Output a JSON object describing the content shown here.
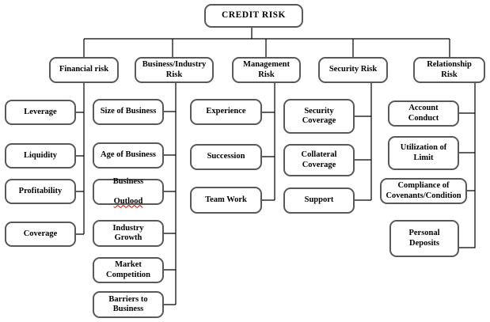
{
  "chart": {
    "type": "hierarchy-diagram",
    "root": {
      "label": "CREDIT RISK"
    },
    "branches": [
      {
        "label": "Financial risk",
        "children": [
          {
            "label": "Leverage"
          },
          {
            "label": "Liquidity"
          },
          {
            "label": "Profitability"
          },
          {
            "label": "Coverage"
          }
        ]
      },
      {
        "label": "Business/Industry\nRisk",
        "children": [
          {
            "label": "Size of Business"
          },
          {
            "label": "Age of Business"
          },
          {
            "label_line1": "Business",
            "label_line2": "Outlood",
            "misspelled_word": "Outlood"
          },
          {
            "label": "Industry\nGrowth"
          },
          {
            "label": "Market\nCompetition"
          },
          {
            "label": "Barriers to\nBusiness"
          }
        ]
      },
      {
        "label": "Management\nRisk",
        "children": [
          {
            "label": "Experience"
          },
          {
            "label": "Succession"
          },
          {
            "label": "Team Work"
          }
        ]
      },
      {
        "label": "Security Risk",
        "children": [
          {
            "label": "Security\nCoverage"
          },
          {
            "label": "Collateral\nCoverage"
          },
          {
            "label": "Support"
          }
        ]
      },
      {
        "label": "Relationship\nRisk",
        "children": [
          {
            "label": "Account\nConduct"
          },
          {
            "label": "Utilization of\nLimit"
          },
          {
            "label": "Compliance of\nCovenants/Condition"
          },
          {
            "label": "Personal\nDeposits"
          }
        ]
      }
    ]
  },
  "colors": {
    "background": "#ffffff",
    "box_border": "#595959",
    "connector_line": "#000000",
    "text": "#000000",
    "spellcheck_underline": "#d40000"
  }
}
